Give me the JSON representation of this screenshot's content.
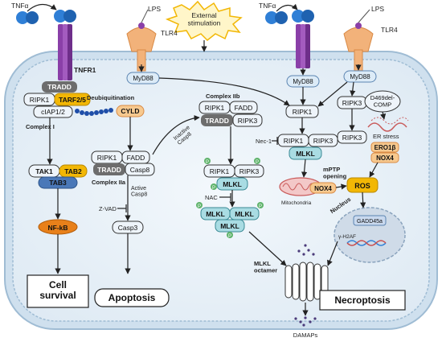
{
  "colors": {
    "cell_fill": "#e6f0f7",
    "membrane": "#b9cfe0",
    "receptor": "#8a3fa8",
    "tlr4": "#f2b27a",
    "tnf": "#2f7fd6",
    "myd88": "#dcebf7",
    "tradd": "#6d6d6d",
    "ripk_fill": "#eef4fa",
    "tab2": "#f2b705",
    "tab3": "#4a78b8",
    "nfkb": "#e8801a",
    "cyld": "#f7c98f",
    "mlkl": "#a9dce3",
    "phospho": "#5fb36b",
    "ros": "#f2b705",
    "ero_nox": "#f7c98f",
    "gadd": "#c9d9ee",
    "nucleus": "#cfdbe8"
  },
  "labels": {
    "tnf_left": "TNFα",
    "tnf_right": "TNFα",
    "lps_left": "LPS",
    "lps_right": "LPS",
    "tlr4_left": "TLR4",
    "tlr4_right": "TLR4",
    "external_stimulation": "External\nstimulation",
    "tnfr1": "TNFR1",
    "deubiquitination": "Deubiquitination",
    "complex_i": "Complex I",
    "complex_iia": "Complex IIa",
    "complex_iib": "Complex IIb",
    "inactive_casp8": "Inactive\nCasp8",
    "active_casp8": "Active\nCasp8",
    "zvad": "Z-VAD",
    "nec1": "Nec-1",
    "nac": "NAC",
    "mptp_opening": "mPTP\nopening",
    "mitochondria": "Mitochondria",
    "nucleus": "Nucleus",
    "er_stress": "ER stress",
    "gammah2ax": "γ-H2AF",
    "mlkl_octamer": "MLKL\noctamer",
    "damps": "DAMAPs",
    "phospho_p": "P"
  },
  "nodes": {
    "myd88_left": "MyD88",
    "myd88_mid": "MyD88",
    "myd88_right": "MyD88",
    "tradd_c1": "TRADD",
    "ripk1_c1": "RIPK1",
    "tarf": "TARF2/5",
    "ciap": "cIAP1/2",
    "cyld": "CYLD",
    "tak1": "TAK1",
    "tab2": "TAB2",
    "tab3": "TAB3",
    "nfkb": "NF-kB",
    "ripk1_iia": "RIPK1",
    "fadd_iia": "FADD",
    "tradd_iia": "TRADD",
    "casp8_iia": "Casp8",
    "casp3": "Casp3",
    "ripk1_iib": "RIPK1",
    "fadd_iib": "FADD",
    "tradd_iib": "TRADD",
    "ripk3_iib": "RIPK3",
    "ripk1_n1": "RIPK1",
    "ripk3_n1": "RIPK3",
    "mlkl_n1": "MLKL",
    "ripk1_top": "RIPK1",
    "ripk1_mid": "RIPK1",
    "ripk3_mid": "RIPK3",
    "mlkl_mid": "MLKL",
    "mlkl_o1": "MLKL",
    "mlkl_o2": "MLKL",
    "mlkl_o3": "MLKL",
    "ripk3_r1": "RIPK3",
    "d469": "D469del-\nCOMP",
    "ripk3_r2": "RIPK3",
    "ero1b": "ERO1β",
    "nox4_er": "NOX4",
    "nox4_mito": "NOX4",
    "ros": "ROS",
    "gadd45a": "GADD45a"
  },
  "outcomes": {
    "cell_survival": "Cell\nsurvival",
    "apoptosis": "Apoptosis",
    "necroptosis": "Necroptosis"
  }
}
